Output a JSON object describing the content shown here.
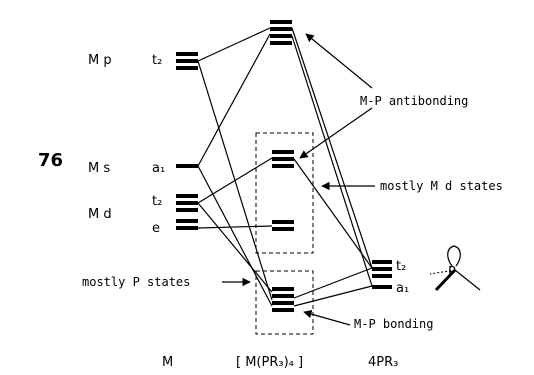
{
  "figure_number": "76",
  "columns": {
    "left": "M",
    "center": "[ M(PR₃)₄ ]",
    "right": "4PR₃"
  },
  "metal_orbitals": {
    "p": {
      "label": "M p",
      "symmetry": "t₂"
    },
    "s": {
      "label": "M s",
      "symmetry": "a₁"
    },
    "d": {
      "label": "M d",
      "symmetry_upper": "t₂",
      "symmetry_lower": "e"
    }
  },
  "ligand_orbitals": {
    "upper": "t₂",
    "lower": "a₁",
    "atom": "P"
  },
  "annotations": {
    "antibonding": "M-P  antibonding",
    "mostly_md": "mostly  M  d  states",
    "mostly_p": "mostly  P  states",
    "bonding": "M-P  bonding"
  }
}
